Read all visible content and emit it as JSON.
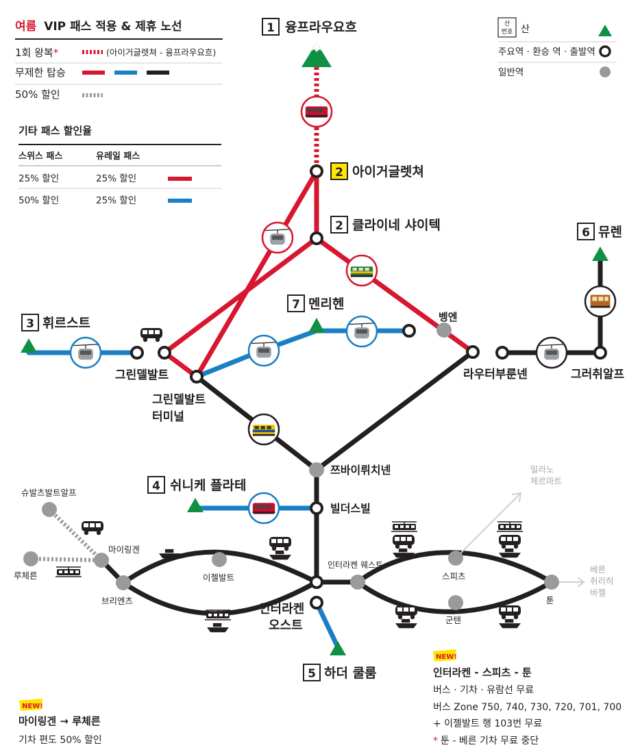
{
  "legend": {
    "title_red": "여름",
    "title_rest": "VIP 패스 적용 & 제휴 노선",
    "rows": [
      {
        "label": "1회 왕복",
        "star": "*",
        "note": "(아이거글렛쳐 - 융프라우요흐)"
      },
      {
        "label": "무제한 탑승"
      },
      {
        "label": "50% 할인"
      }
    ]
  },
  "discount": {
    "title": "기타 패스 할인율",
    "headers": [
      "스위스 패스",
      "유레일 패스"
    ],
    "rows": [
      [
        "25% 할인",
        "25% 할인"
      ],
      [
        "50% 할인",
        "25% 할인"
      ]
    ]
  },
  "symbols": {
    "mountain_badge": [
      "산",
      "번호"
    ],
    "mountain_label": "산",
    "major_label": "주요역 · 환승 역 · 출발역",
    "regular_label": "일반역"
  },
  "peaks": [
    {
      "num": "1",
      "name": "융프라우요흐",
      "highlight": false
    },
    {
      "num": "2",
      "name": "아이거글렛쳐",
      "highlight": true
    },
    {
      "num": "2",
      "name": "클라이네 샤이텍",
      "highlight": false
    },
    {
      "num": "3",
      "name": "휘르스트",
      "highlight": false
    },
    {
      "num": "7",
      "name": "멘리헨",
      "highlight": false
    },
    {
      "num": "6",
      "name": "뮤렌",
      "highlight": false
    },
    {
      "num": "4",
      "name": "쉬니케 플라테",
      "highlight": false
    },
    {
      "num": "5",
      "name": "하더 쿨룸",
      "highlight": false
    }
  ],
  "stations": {
    "wengen": "벵엔",
    "grindelwald": "그린델발트",
    "grindelwald_terminal": [
      "그린델발트",
      "터미널"
    ],
    "lauterbrunnen": "라우터부룬넨",
    "gruetschalp": "그러취알프",
    "zweiluetschinen": "쯔바이뤼치넨",
    "wilderswil": "빌더스빌",
    "interlaken_ost": [
      "인터라켄",
      "오스트"
    ],
    "interlaken_west": "인터라켄 웨스트",
    "iseltwald": "이젤발트",
    "brienz": "브리엔츠",
    "meiringen": "마이링겐",
    "schwarzwaldalp": "슈발츠발트알프",
    "luzern": "루체른",
    "spiez": "스피츠",
    "thun": "툰",
    "gunten": "군텐"
  },
  "external": {
    "milano": [
      "밀라노",
      "체르마트"
    ],
    "bern": [
      "베른",
      "취리히",
      "바젤"
    ]
  },
  "notes": {
    "new_badge": "NEW!",
    "meiringen_title": "마이링겐 → 루체른",
    "meiringen_text": "기차 편도 50% 할인",
    "spiez_title": "인터라켄 - 스피츠 - 툰",
    "spiez_lines": [
      "버스 · 기차 · 유람선 무료",
      "버스 Zone 750, 740, 730, 720, 701, 700",
      "+ 이젤발트 행 103번 무료"
    ],
    "spiez_star": "*",
    "spiez_last": "툰 - 베른 기차 무료 중단"
  },
  "colors": {
    "red": "#d7172f",
    "blue": "#1a7fc3",
    "black": "#231f20",
    "grey": "#9a9a9a",
    "mountain": "#0f9044",
    "highlight": "#ffe500"
  },
  "icons": [
    "mountain-icon",
    "train-icon",
    "cable-car-icon",
    "bus-icon",
    "boat-icon",
    "tram-icon"
  ]
}
